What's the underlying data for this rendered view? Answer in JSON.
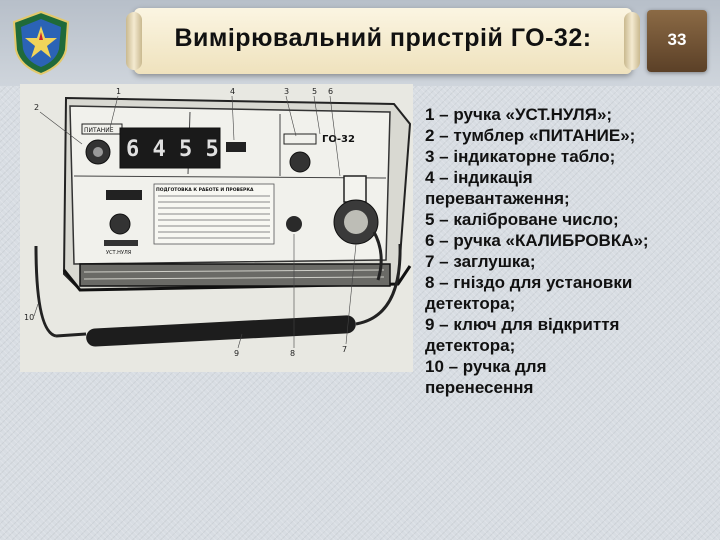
{
  "slide": {
    "title": "Вимірювальний пристрій ГО-32:",
    "page_number": "33"
  },
  "photo": {
    "panel_label_1": "ПИТАНИЕ",
    "panel_label_2": "ГО-32",
    "panel_label_3": "УСТ.НУЛЯ",
    "instruction_heading": "ПОДГОТОВКА К РАБОТЕ И ПРОВЕРКА",
    "display_digits": "6 4 5 5",
    "callouts": [
      "1",
      "2",
      "3",
      "4",
      "5",
      "6",
      "7",
      "8",
      "9",
      "10"
    ]
  },
  "items": [
    "1 – ручка «УСТ.НУЛЯ»;",
    "2 – тумблер «ПИТАНИЕ»;",
    "3 – індикаторне табло;",
    "4 – індикація",
    "перевантаження;",
    "5 – каліброване число;",
    "6 – ручка «КАЛИБРОВКА»;",
    "7 – заглушка;",
    "8 – гніздо для установки",
    "детектора;",
    "9 – ключ для відкриття",
    "детектора;",
    "10 – ручка для",
    "перенесення"
  ]
}
